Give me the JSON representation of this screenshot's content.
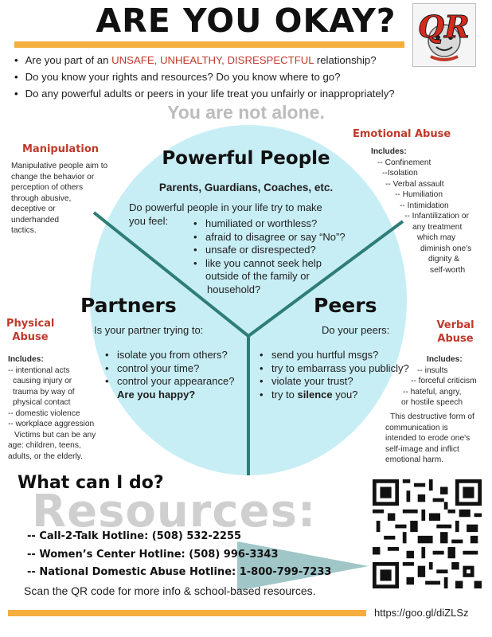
{
  "header": {
    "title": "ARE YOU OKAY?",
    "logo_text": "QR",
    "accent_color": "#f4ae3d",
    "red_color": "#c0392b"
  },
  "intro": {
    "q1_before": "Are you part of an ",
    "q1_highlight": "UNSAFE, UNHEALTHY, DISRESPECTFUL",
    "q1_after": " relationship?",
    "q2": "Do you know your rights and resources? Do you know where to go?",
    "q3": "Do any powerful adults or peers in your life treat you unfairly or inappropriately?"
  },
  "tagline": "You are not alone.",
  "powerful": {
    "title": "Powerful People",
    "subtitle": "Parents, Guardians, Coaches, etc.",
    "question_line1": "Do powerful people in your life try to make",
    "question_line2": "you feel:",
    "items": [
      "humiliated or worthless?",
      "afraid to disagree or say “No”?",
      "unsafe or disrespected?",
      "like you cannot seek help",
      "outside of the family or",
      "household?"
    ]
  },
  "partners": {
    "title": "Partners",
    "question": "Is your partner trying to:",
    "items": [
      "isolate you from others?",
      "control your time?",
      "control your appearance?"
    ],
    "closing": "Are you happy?"
  },
  "peers": {
    "title": "Peers",
    "question": "Do your peers:",
    "items": [
      "send you hurtful msgs?",
      "try to embarrass you publicly?",
      "violate your trust?"
    ],
    "last_before": "try to ",
    "last_bold": "silence",
    "last_after": " you?"
  },
  "manipulation": {
    "title": "Manipulation",
    "lines": [
      "Manipulative people aim to",
      "change the behavior or",
      "perception of others",
      "through abusive,",
      "deceptive or",
      "underhanded",
      "tactics."
    ]
  },
  "emotional": {
    "title": "Emotional Abuse",
    "includes": "Includes:",
    "lines": [
      "-- Confinement",
      "--Isolation",
      "-- Verbal assault",
      "-- Humiliation",
      "-- Intimidation",
      "-- Infantilization or",
      "any treatment",
      "which may",
      "diminish one's",
      "dignity &",
      "self-worth"
    ]
  },
  "physical": {
    "title_line1": "Physical",
    "title_line2": "Abuse",
    "includes": "Includes:",
    "lines": [
      "-- intentional acts",
      "causing injury or",
      "trauma by way of",
      "physical contact",
      "-- domestic violence",
      "-- workplace aggression",
      "Victims but can be any",
      "age: children, teens,",
      "adults, or the elderly."
    ]
  },
  "verbal": {
    "title_line1": "Verbal",
    "title_line2": "Abuse",
    "includes": "Includes:",
    "lines": [
      "-- insults",
      "-- forceful criticism",
      "-- hateful, angry,",
      "or hostile speech",
      "This destructive form of",
      "communication is",
      "intended to erode one's",
      "self-image and inflict",
      "emotional harm."
    ]
  },
  "resources": {
    "what": "What can I do?",
    "heading": "Resources:",
    "hotlines": [
      "-- Call-2-Talk Hotline: (508) 532-2255",
      "-- Women’s Center Hotline: (508) 996-3343",
      "-- National Domestic Abuse Hotline: 1-800-799-7233"
    ],
    "scan": "Scan the QR code for more info & school-based resources.",
    "url": "https://goo.gl/diZLSz"
  }
}
